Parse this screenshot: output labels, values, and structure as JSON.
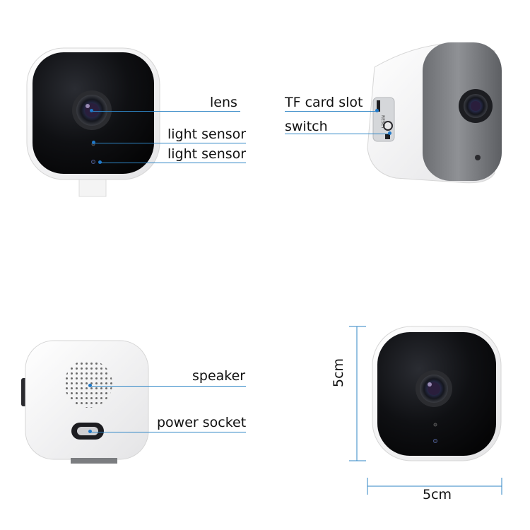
{
  "labels": {
    "lens": "lens",
    "light_sensor_1": "light sensor",
    "light_sensor_2": "light sensor",
    "tf_card_slot": "TF card slot",
    "switch": "switch",
    "speaker": "speaker",
    "power_socket": "power socket",
    "height": "5cm",
    "width": "5cm",
    "side_button_text": "RESET"
  },
  "colors": {
    "leader_line": "#2f86c6",
    "camera_body": "#f3f3f3",
    "camera_face": "#0d0d0f"
  }
}
